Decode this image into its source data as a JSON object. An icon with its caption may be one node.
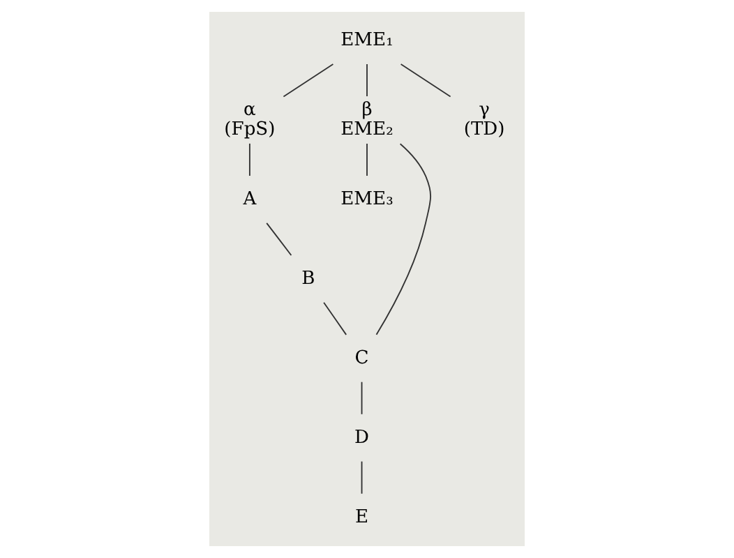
{
  "diagram": {
    "nodes": [
      {
        "text": [
          "EME₁"
        ]
      },
      {
        "text": [
          "α",
          "(FpS)"
        ]
      },
      {
        "text": [
          "β",
          "EME₂"
        ]
      },
      {
        "text": [
          "γ",
          "(TD)"
        ]
      },
      {
        "text": [
          "A"
        ]
      },
      {
        "text": [
          "EME₃"
        ]
      },
      {
        "text": [
          "B"
        ]
      },
      {
        "text": [
          "C"
        ]
      },
      {
        "text": [
          "D"
        ]
      },
      {
        "text": [
          "E"
        ]
      }
    ],
    "edges": [
      {
        "from": 0,
        "to": 1,
        "arrow": "none"
      },
      {
        "from": 0,
        "to": 2,
        "arrow": "none"
      },
      {
        "from": 0,
        "to": 3,
        "arrow": "none"
      },
      {
        "from": 1,
        "to": 4,
        "arrow": "none"
      },
      {
        "from": 2,
        "to": 5,
        "arrow": "none"
      },
      {
        "from": 4,
        "to": 6,
        "arrow": "none"
      },
      {
        "from": 6,
        "to": 7,
        "arrow": "none"
      },
      {
        "from": 2,
        "to": 7,
        "arrow": "none"
      },
      {
        "from": 7,
        "to": 8,
        "arrow": "none"
      },
      {
        "from": 8,
        "to": 9,
        "arrow": "none"
      }
    ]
  }
}
